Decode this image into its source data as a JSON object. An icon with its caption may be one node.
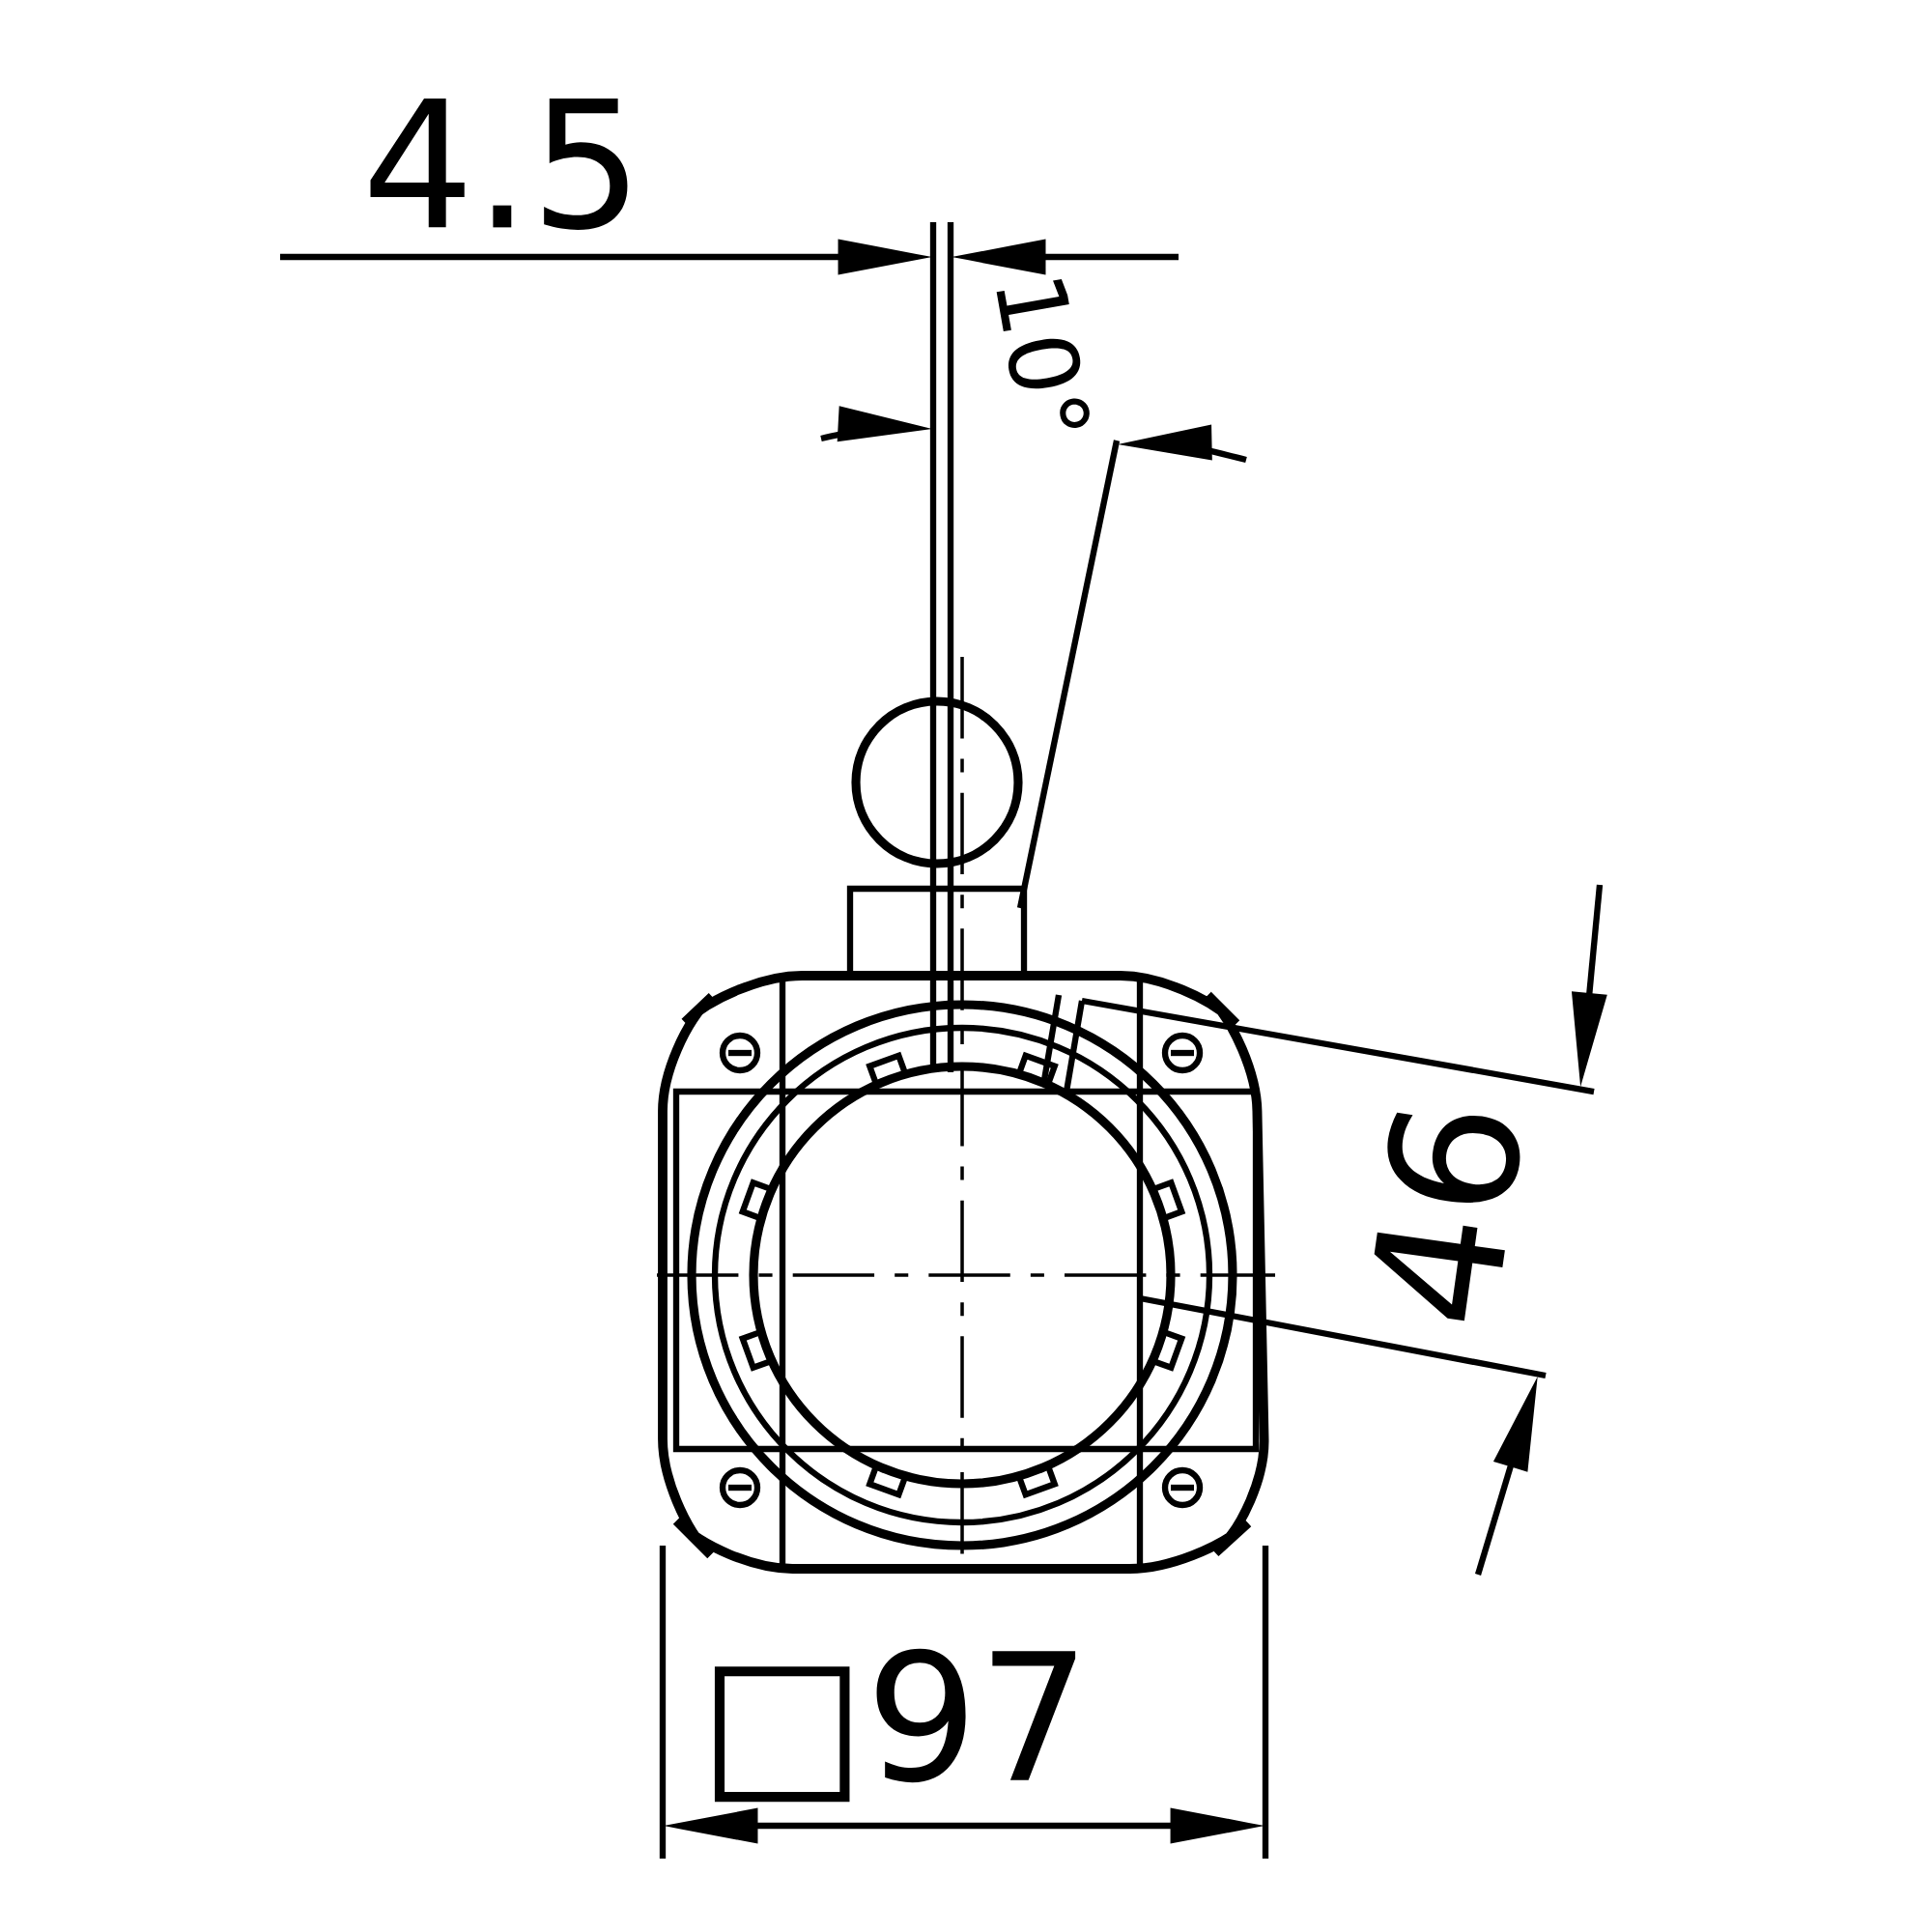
{
  "diagram": {
    "labels": [
      "4.5",
      "10°",
      "46",
      "□97"
    ]
  }
}
